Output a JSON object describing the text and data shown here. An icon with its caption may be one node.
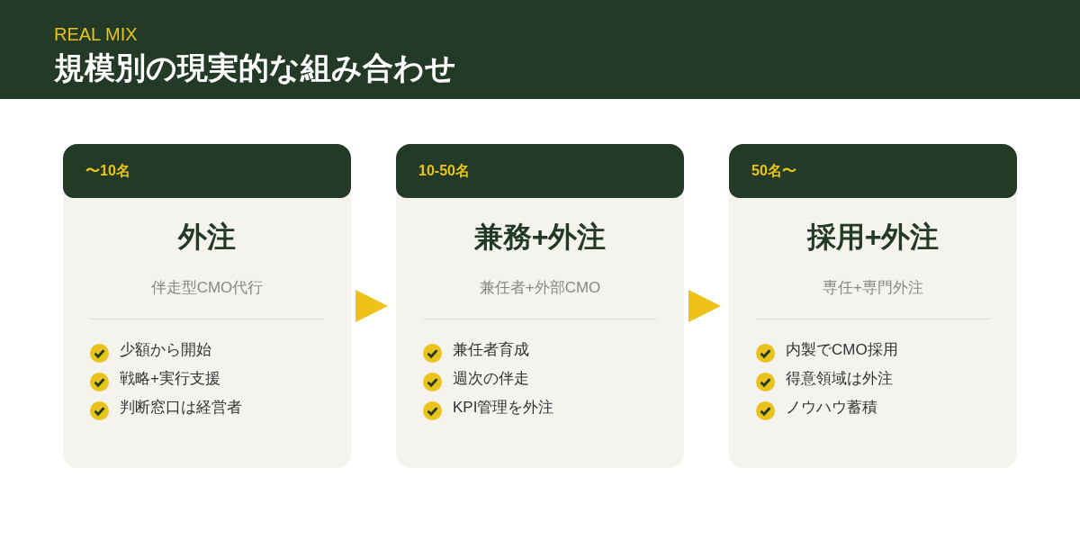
{
  "diagram": {
    "title": "規模別の現実的な組み合わせ",
    "labels": [
      "REAL MIX"
    ],
    "nodes": [
      {
        "text": [
          "外注",
          "伴走型CMO代行",
          "少額から開始",
          "戦略+実行支援",
          "判断窓口は経営者"
        ]
      },
      {
        "text": [
          "〜10名"
        ],
        "in": 0
      },
      {
        "text": [
          "兼務+外注",
          "兼任者+外部CMO",
          "兼任者育成",
          "週次の伴走",
          "KPI管理を外注"
        ]
      },
      {
        "text": [
          "10-50名"
        ],
        "in": 2
      },
      {
        "text": [
          "採用+外注",
          "専任+専門外注",
          "内製でCMO採用",
          "得意領域は外注",
          "ノウハウ蓄積"
        ]
      },
      {
        "text": [
          "50名〜"
        ],
        "in": 4
      }
    ],
    "edges": [
      {
        "from": 0,
        "to": 2,
        "arrow": "to"
      },
      {
        "from": 2,
        "to": 4,
        "arrow": "to"
      }
    ]
  }
}
